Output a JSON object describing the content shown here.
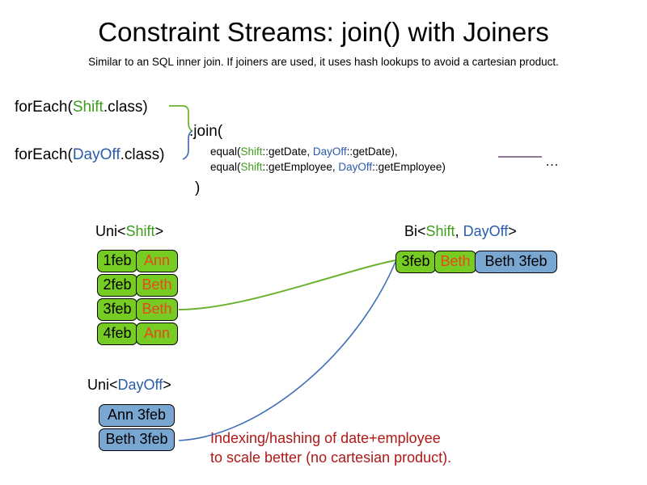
{
  "header": {
    "title": "Constraint Streams: join() with Joiners",
    "subtitle": "Similar to an SQL inner join. If joiners are used, it uses hash lookups to avoid a cartesian product."
  },
  "code": {
    "foreach_shift": {
      "prefix": "forEach(",
      "type": "Shift",
      "suffix": ".class)"
    },
    "foreach_dayoff": {
      "prefix": "forEach(",
      "type": "DayOff",
      "suffix": ".class)"
    },
    "join_open": ".join(",
    "join_close": ")",
    "joiner_date": {
      "prefix": "equal(",
      "left_type": "Shift",
      "left_method": "::getDate, ",
      "right_type": "DayOff",
      "right_method": "::getDate),"
    },
    "joiner_employee": {
      "prefix": "equal(",
      "left_type": "Shift",
      "left_method": "::getEmployee, ",
      "right_type": "DayOff",
      "right_method": "::getEmployee)"
    },
    "ellipsis": "…"
  },
  "captions": {
    "uni_shift": {
      "prefix": "Uni<",
      "type": "Shift",
      "suffix": ">"
    },
    "uni_dayoff": {
      "prefix": "Uni<",
      "type": "DayOff",
      "suffix": ">"
    },
    "bi": {
      "prefix": "Bi<",
      "type_a": "Shift",
      "separator": ", ",
      "type_b": "DayOff",
      "suffix": ">"
    }
  },
  "uni_shift_rows": [
    {
      "date": "1feb",
      "employee": "Ann"
    },
    {
      "date": "2feb",
      "employee": "Beth"
    },
    {
      "date": "3feb",
      "employee": "Beth"
    },
    {
      "date": "4feb",
      "employee": "Ann"
    }
  ],
  "uni_dayoff_rows": [
    {
      "label": "Ann 3feb"
    },
    {
      "label": "Beth 3feb"
    }
  ],
  "bi_row": {
    "date": "3feb",
    "employee": "Beth",
    "dayoff": "Beth 3feb"
  },
  "annotation": {
    "line1": "Indexing/hashing of date+employee",
    "line2": "to scale better (no cartesian product)."
  },
  "colors": {
    "shift_green_fill": "#76cc22",
    "dayoff_blue_fill": "#7aa6d2",
    "shift_keyword": "#3f9c1c",
    "dayoff_keyword": "#2a5ca8",
    "employee_text": "#e8491d",
    "annotation_red": "#b01818",
    "connector_green": "#69b32d",
    "connector_blue": "#3f6fb5",
    "ellipsis_rule": "#6b4a78"
  }
}
